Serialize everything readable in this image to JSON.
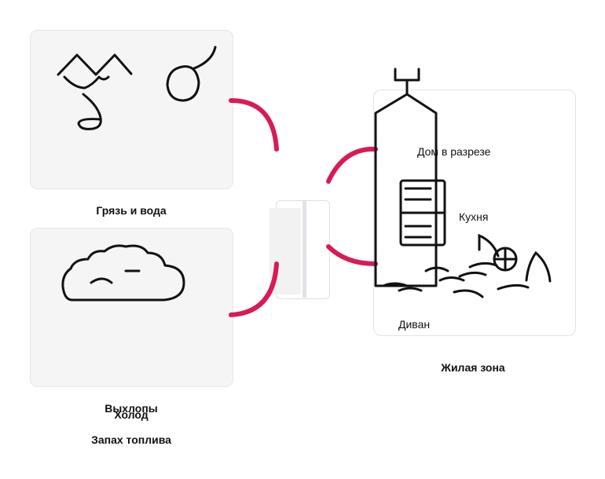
{
  "labels": {
    "top_panel": "Грязь и вода",
    "bottom_panel_1": "Выхлопы",
    "bottom_panel_2": "Холод",
    "bottom_panel_3": "Запах топлива",
    "right_panel": "Жилая зона",
    "house": "Дом в разрезе",
    "kitchen": "Кухня",
    "sofa": "Диван"
  },
  "colors": {
    "connector": "#d81b55",
    "stroke": "#111111",
    "panel_fill": "#f5f5f5"
  }
}
